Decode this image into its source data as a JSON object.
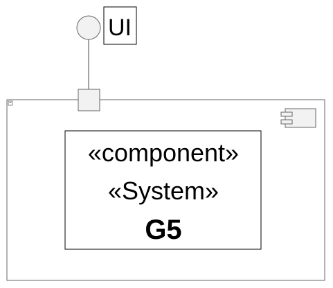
{
  "interface": {
    "label": "UI"
  },
  "component": {
    "stereotype_1": "«component»",
    "stereotype_2": "«System»",
    "name": "G5"
  },
  "colors": {
    "stroke": "#666666",
    "interface_fill": "#f2f2f2",
    "port_fill": "#f2f2f2",
    "box_fill": "#ffffff",
    "text": "#000000"
  },
  "icons": [
    "component-icon",
    "corner-marker-icon"
  ]
}
